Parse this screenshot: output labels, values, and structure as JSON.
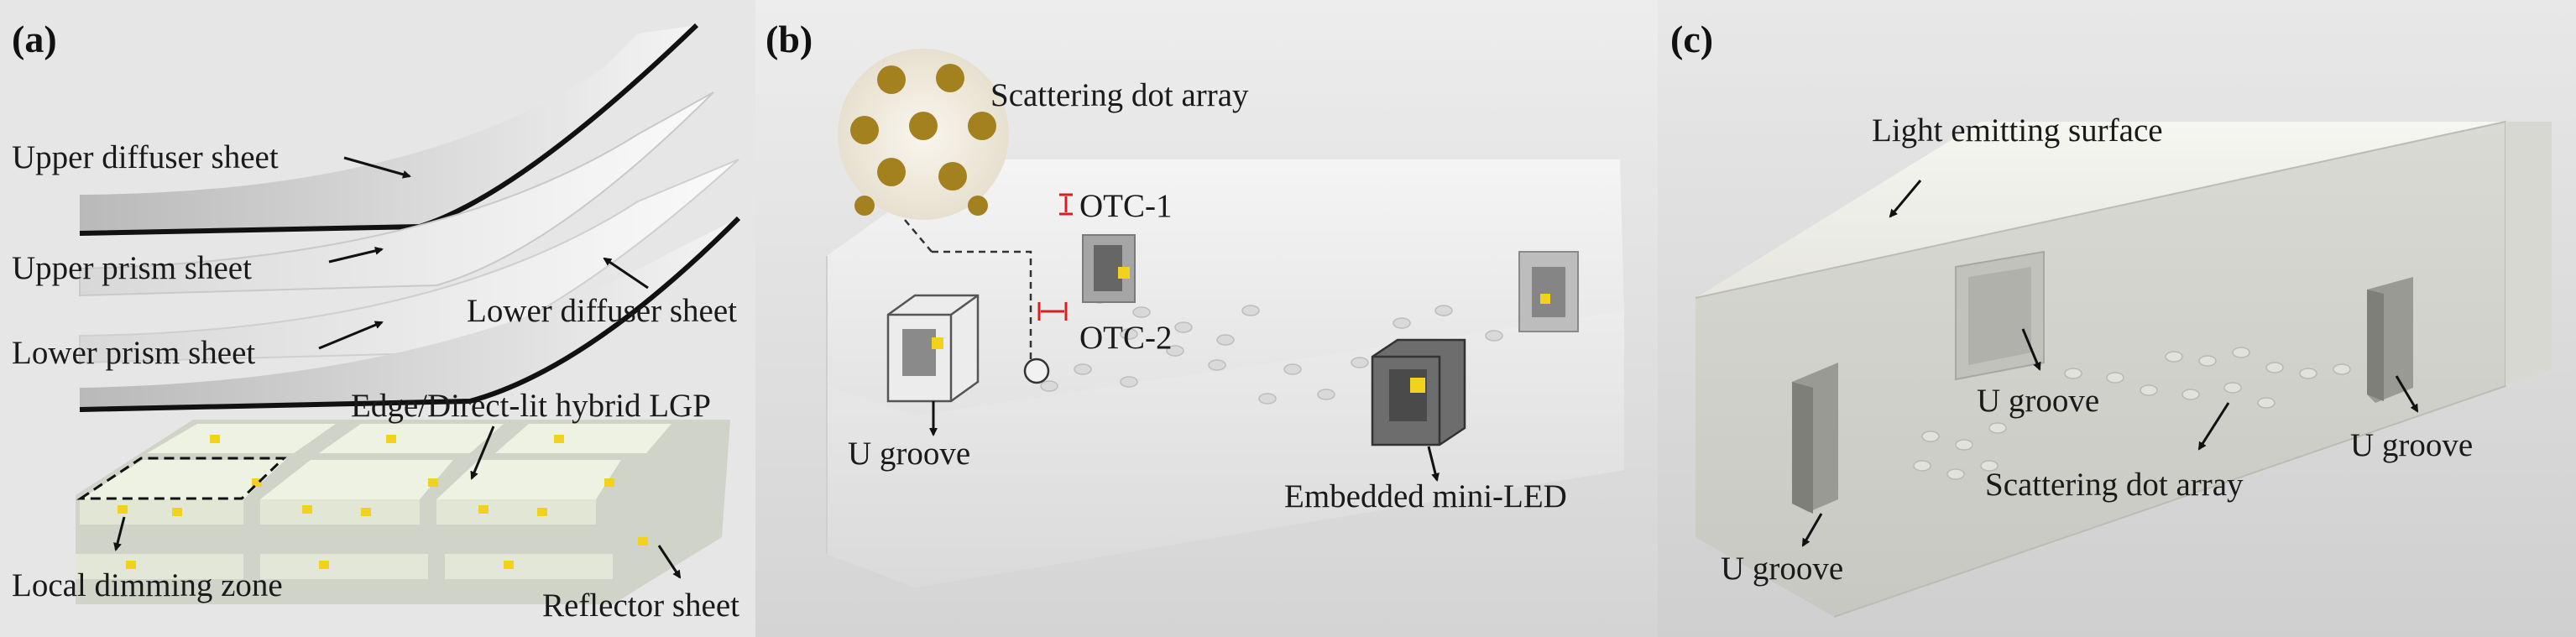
{
  "panels": [
    {
      "id": "a",
      "label": "(a)",
      "annotations": {
        "upper_diffuser": "Upper diffuser sheet",
        "upper_prism": "Upper prism sheet",
        "lower_diffuser": "Lower diffuser sheet",
        "lower_prism": "Lower prism sheet",
        "lgp": "Edge/Direct-lit hybrid LGP",
        "local_dimming": "Local dimming zone",
        "reflector": "Reflector sheet"
      }
    },
    {
      "id": "b",
      "label": "(b)",
      "annotations": {
        "scattering": "Scattering dot array",
        "otc1": "OTC-1",
        "otc2": "OTC-2",
        "u_groove": "U groove",
        "mini_led": "Embedded mini-LED"
      }
    },
    {
      "id": "c",
      "label": "(c)",
      "annotations": {
        "light_surface": "Light emitting surface",
        "u_groove_top": "U groove",
        "u_groove_right": "U groove",
        "u_groove_left": "U groove",
        "scattering": "Scattering dot array"
      }
    }
  ],
  "colors": {
    "led": "#f2d21b",
    "dot": "#a3811f",
    "otc_marker": "#d62020",
    "dimming_zone": "#111111"
  }
}
